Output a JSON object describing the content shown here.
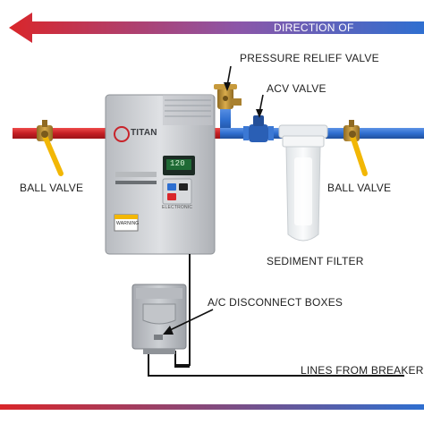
{
  "labels": {
    "direction": "DIRECTION OF WATERFLOW",
    "pressure_relief_valve": "PRESSURE RELIEF VALVE",
    "acv_valve": "ACV VALVE",
    "ball_valve_left": "BALL VALVE",
    "ball_valve_right": "BALL VALVE",
    "sediment_filter": "SEDIMENT FILTER",
    "ac_disconnect": "A/C DISCONNECT BOXES",
    "lines_from_breaker": "LINES FROM BREAKER"
  },
  "heater": {
    "brand": "TITAN",
    "display": "120",
    "control_label": "ELECTRONIC",
    "warning": "WARNING"
  },
  "colors": {
    "hot": "#d9262a",
    "cold": "#2f6fd0",
    "brass": "#b9892e",
    "valve_handle": "#f2b705",
    "heater_body": "#c9ccd1",
    "filter_body": "#f1f3f5"
  },
  "icons": [
    "left-arrow-icon",
    "ball-valve-icon",
    "pressure-relief-valve-icon",
    "acv-valve-icon",
    "sediment-filter-icon",
    "disconnect-box-icon"
  ]
}
